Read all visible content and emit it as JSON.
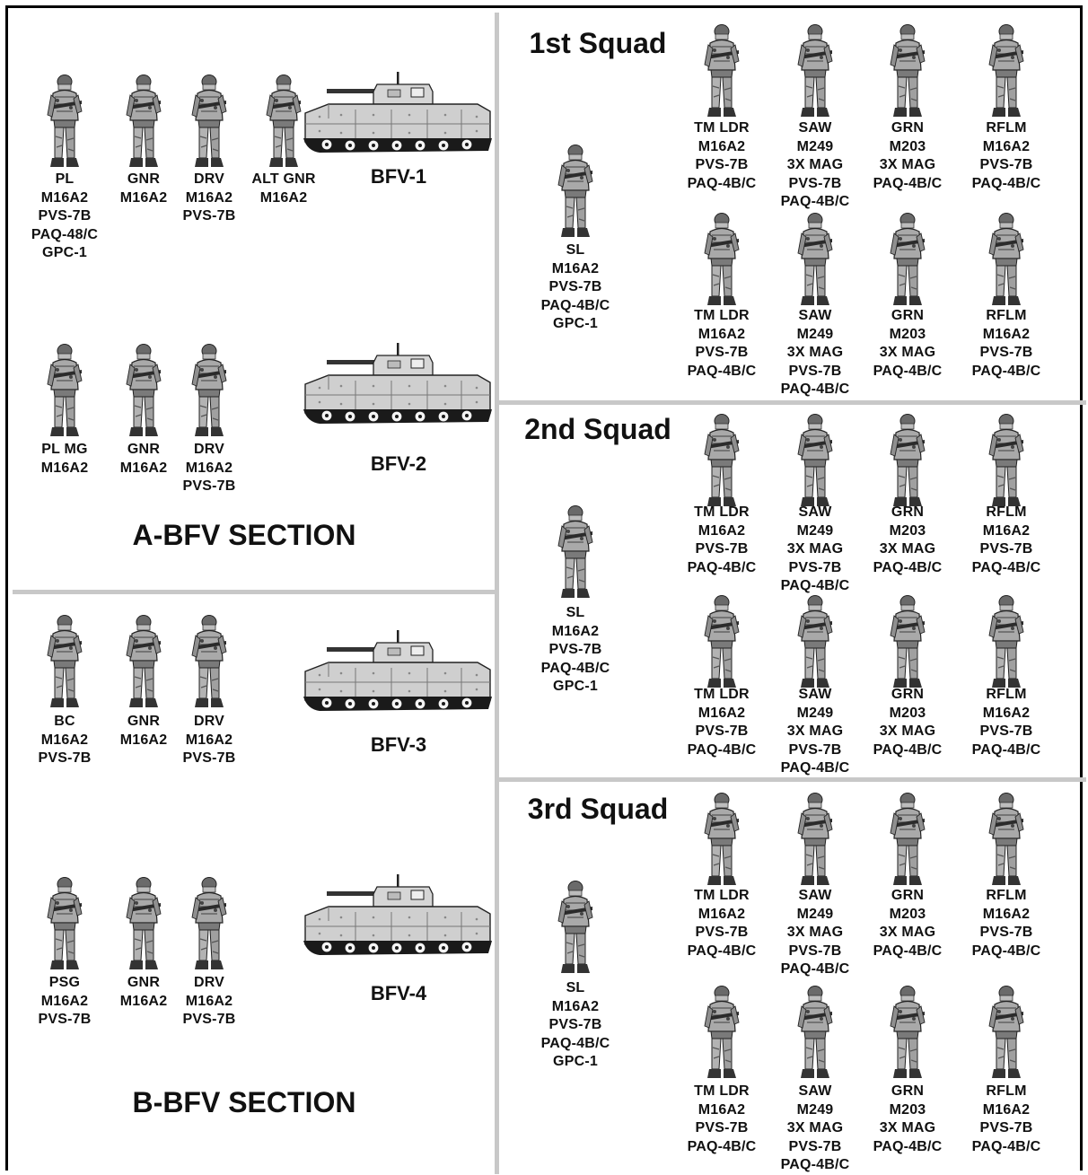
{
  "sections": [
    {
      "title": "A-BFV SECTION",
      "vehicles": [
        {
          "name": "BFV-1",
          "crew": [
            {
              "lines": [
                "PL",
                "M16A2",
                "PVS-7B",
                "PAQ-48/C",
                "GPC-1"
              ]
            },
            {
              "lines": [
                "GNR",
                "M16A2"
              ]
            },
            {
              "lines": [
                "DRV",
                "M16A2",
                "PVS-7B"
              ]
            },
            {
              "lines": [
                "ALT GNR",
                "M16A2"
              ]
            }
          ]
        },
        {
          "name": "BFV-2",
          "crew": [
            {
              "lines": [
                "PL MG",
                "M16A2"
              ]
            },
            {
              "lines": [
                "GNR",
                "M16A2"
              ]
            },
            {
              "lines": [
                "DRV",
                "M16A2",
                "PVS-7B"
              ]
            }
          ]
        }
      ]
    },
    {
      "title": "B-BFV SECTION",
      "vehicles": [
        {
          "name": "BFV-3",
          "crew": [
            {
              "lines": [
                "BC",
                "M16A2",
                "PVS-7B"
              ]
            },
            {
              "lines": [
                "GNR",
                "M16A2"
              ]
            },
            {
              "lines": [
                "DRV",
                "M16A2",
                "PVS-7B"
              ]
            }
          ]
        },
        {
          "name": "BFV-4",
          "crew": [
            {
              "lines": [
                "PSG",
                "M16A2",
                "PVS-7B"
              ]
            },
            {
              "lines": [
                "GNR",
                "M16A2"
              ]
            },
            {
              "lines": [
                "DRV",
                "M16A2",
                "PVS-7B"
              ]
            }
          ]
        }
      ]
    }
  ],
  "squads": [
    {
      "title": "1st Squad",
      "leader": {
        "lines": [
          "SL",
          "M16A2",
          "PVS-7B",
          "PAQ-4B/C",
          "GPC-1"
        ]
      },
      "teams": [
        [
          {
            "lines": [
              "TM LDR",
              "M16A2",
              "PVS-7B",
              "PAQ-4B/C"
            ]
          },
          {
            "lines": [
              "SAW",
              "M249",
              "3X MAG",
              "PVS-7B",
              "PAQ-4B/C"
            ]
          },
          {
            "lines": [
              "GRN",
              "M203",
              "3X MAG",
              "PAQ-4B/C"
            ]
          },
          {
            "lines": [
              "RFLM",
              "M16A2",
              "PVS-7B",
              "PAQ-4B/C"
            ]
          }
        ],
        [
          {
            "lines": [
              "TM LDR",
              "M16A2",
              "PVS-7B",
              "PAQ-4B/C"
            ]
          },
          {
            "lines": [
              "SAW",
              "M249",
              "3X MAG",
              "PVS-7B",
              "PAQ-4B/C"
            ]
          },
          {
            "lines": [
              "GRN",
              "M203",
              "3X MAG",
              "PAQ-4B/C"
            ]
          },
          {
            "lines": [
              "RFLM",
              "M16A2",
              "PVS-7B",
              "PAQ-4B/C"
            ]
          }
        ]
      ]
    },
    {
      "title": "2nd Squad",
      "leader": {
        "lines": [
          "SL",
          "M16A2",
          "PVS-7B",
          "PAQ-4B/C",
          "GPC-1"
        ]
      },
      "teams": [
        [
          {
            "lines": [
              "TM LDR",
              "M16A2",
              "PVS-7B",
              "PAQ-4B/C"
            ]
          },
          {
            "lines": [
              "SAW",
              "M249",
              "3X MAG",
              "PVS-7B",
              "PAQ-4B/C"
            ]
          },
          {
            "lines": [
              "GRN",
              "M203",
              "3X MAG",
              "PAQ-4B/C"
            ]
          },
          {
            "lines": [
              "RFLM",
              "M16A2",
              "PVS-7B",
              "PAQ-4B/C"
            ]
          }
        ],
        [
          {
            "lines": [
              "TM LDR",
              "M16A2",
              "PVS-7B",
              "PAQ-4B/C"
            ]
          },
          {
            "lines": [
              "SAW",
              "M249",
              "3X MAG",
              "PVS-7B",
              "PAQ-4B/C"
            ]
          },
          {
            "lines": [
              "GRN",
              "M203",
              "3X MAG",
              "PAQ-4B/C"
            ]
          },
          {
            "lines": [
              "RFLM",
              "M16A2",
              "PVS-7B",
              "PAQ-4B/C"
            ]
          }
        ]
      ]
    },
    {
      "title": "3rd Squad",
      "leader": {
        "lines": [
          "SL",
          "M16A2",
          "PVS-7B",
          "PAQ-4B/C",
          "GPC-1"
        ]
      },
      "teams": [
        [
          {
            "lines": [
              "TM LDR",
              "M16A2",
              "PVS-7B",
              "PAQ-4B/C"
            ]
          },
          {
            "lines": [
              "SAW",
              "M249",
              "3X MAG",
              "PVS-7B",
              "PAQ-4B/C"
            ]
          },
          {
            "lines": [
              "GRN",
              "M203",
              "3X MAG",
              "PAQ-4B/C"
            ]
          },
          {
            "lines": [
              "RFLM",
              "M16A2",
              "PVS-7B",
              "PAQ-4B/C"
            ]
          }
        ],
        [
          {
            "lines": [
              "TM LDR",
              "M16A2",
              "PVS-7B",
              "PAQ-4B/C"
            ]
          },
          {
            "lines": [
              "SAW",
              "M249",
              "3X MAG",
              "PVS-7B",
              "PAQ-4B/C"
            ]
          },
          {
            "lines": [
              "GRN",
              "M203",
              "3X MAG",
              "PAQ-4B/C"
            ]
          },
          {
            "lines": [
              "RFLM",
              "M16A2",
              "PVS-7B",
              "PAQ-4B/C"
            ]
          }
        ]
      ]
    }
  ],
  "icons": {
    "soldier": "soldier-icon",
    "vehicle": "bradley-fighting-vehicle-icon"
  }
}
